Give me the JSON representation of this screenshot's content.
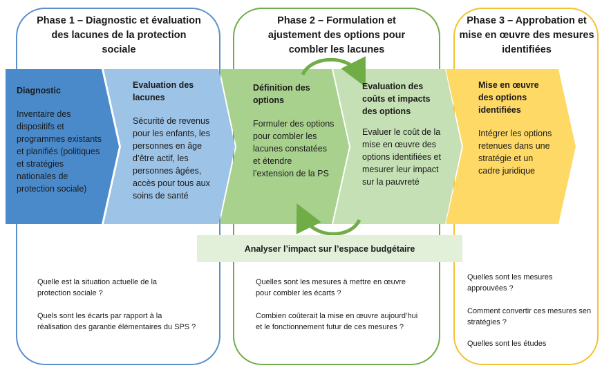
{
  "phases": [
    {
      "title": "Phase 1 – Diagnostic et évaluation des lacunes de la protection sociale",
      "steps": [
        {
          "heading": "Diagnostic",
          "body": "Inventaire des dispositifs et programmes existants et planifiés (politiques et stratégies nationales de protection sociale)"
        },
        {
          "heading": "Evaluation des lacunes",
          "body": "Sécurité de revenus pour les enfants, les personnes en âge d’être actif, les personnes âgées, accès pour tous aux soins de santé"
        }
      ],
      "questions": [
        "Quelle est la situation  actuelle de la protection sociale ?",
        "Quels sont les écarts par rapport à la réalisation des garantie élémentaires du SPS ?"
      ],
      "color": "#5b8fc9"
    },
    {
      "title": "Phase 2 – Formulation et ajustement des options pour combler les lacunes",
      "steps": [
        {
          "heading": "Définition des options",
          "body": "Formuler des options pour combler les lacunes constatées et étendre l’extension de la PS"
        },
        {
          "heading": "Evaluation des coûts et impacts des options",
          "body": "Evaluer le coût de la mise en œuvre des options identifiées et mesurer leur impact sur la pauvreté"
        }
      ],
      "budget_band": "Analyser l’impact sur l’espace budgétaire",
      "questions": [
        "Quelles sont les mesures à mettre en œuvre pour combler les écarts ?",
        "Combien coûterait la mise  en œuvre aujourd’hui et le fonctionnement futur de ces mesures ?"
      ],
      "color": "#70ad47"
    },
    {
      "title": "Phase 3 – Approbation et mise en œuvre des mesures identifiées",
      "steps": [
        {
          "heading": "Mise en œuvre des options identifiées",
          "body": "Intégrer les options retenues dans une stratégie et un cadre juridique"
        }
      ],
      "questions": [
        "Quelles sont les mesures approuvées ?",
        "Comment  convertir ces mesures sen stratégies  ?",
        "Quelles sont les études"
      ],
      "color": "#f2c230"
    }
  ],
  "chevron_colors": [
    "#4a8acb",
    "#9dc3e6",
    "#a9d18e",
    "#c5e0b4",
    "#ffd966"
  ]
}
